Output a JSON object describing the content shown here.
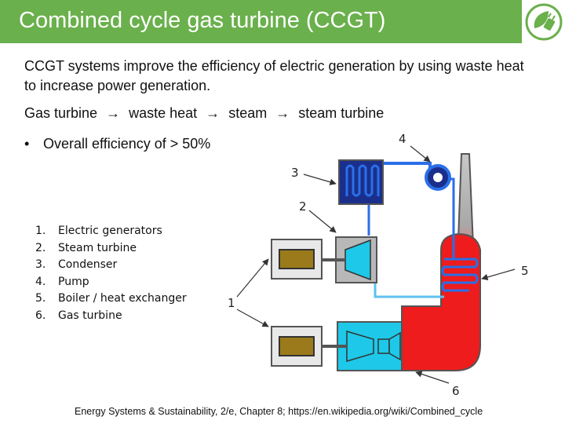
{
  "slide": {
    "title": "Combined cycle gas turbine (CCGT)",
    "intro": "CCGT systems improve the efficiency of electric generation by using waste heat to increase power generation.",
    "flow": [
      "Gas turbine",
      "waste heat",
      "steam",
      "steam turbine"
    ],
    "flow_arrow": "→",
    "bullet_mark": "•",
    "bullet": "Overall efficiency of > 50%",
    "components": [
      {
        "num": "1.",
        "label": "Electric generators"
      },
      {
        "num": "2.",
        "label": "Steam turbine"
      },
      {
        "num": "3.",
        "label": "Condenser"
      },
      {
        "num": "4.",
        "label": "Pump"
      },
      {
        "num": "5.",
        "label": "Boiler / heat exchanger"
      },
      {
        "num": "6.",
        "label": "Gas turbine"
      }
    ],
    "callouts": [
      "1",
      "2",
      "3",
      "4",
      "5",
      "6"
    ],
    "citation": "Energy Systems & Sustainability, 2/e, Chapter 8; https://en.wikipedia.org/wiki/Combined_cycle"
  },
  "icons": {
    "logo": "leaf-plug-icon"
  },
  "colors": {
    "title_bar": "#6ab04c",
    "condenser": "#1a2f8c",
    "pipe": "#2a6fe8",
    "turbine": "#1ec8e8",
    "boiler": "#ee1c1c",
    "generator": "#9a7a1a"
  }
}
